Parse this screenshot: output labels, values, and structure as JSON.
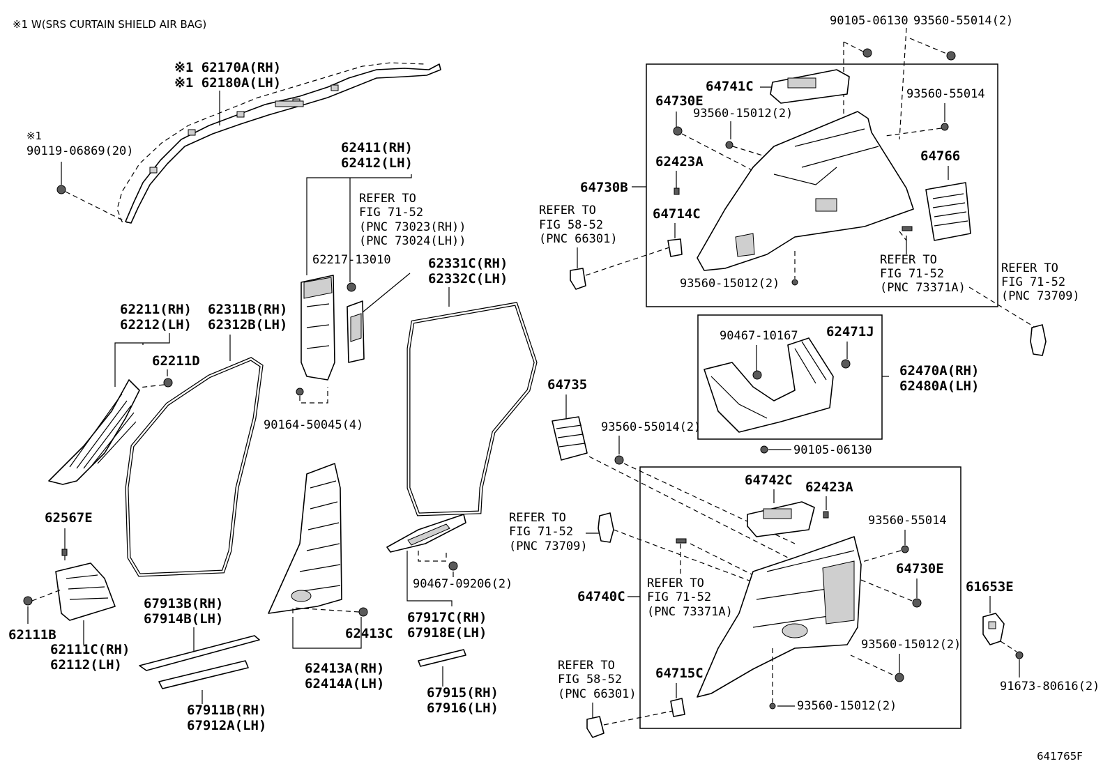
{
  "header_note": "※1 W(SRS CURTAIN SHIELD AIR BAG)",
  "figure_code": "641765F",
  "labels": {
    "p62170A": "※1 62170A(RH)",
    "p62180A": "※1 62180A(LH)",
    "mark1": "※1",
    "p90119": "90119-06869(20)",
    "p62411": "62411(RH)",
    "p62412": "62412(LH)",
    "refer_a1": "REFER TO",
    "refer_a2": "FIG 71-52",
    "refer_a3": "(PNC 73023(RH))",
    "refer_a4": "(PNC 73024(LH))",
    "p62217": "62217-13010",
    "p62331C": "62331C(RH)",
    "p62332C": "62332C(LH)",
    "p62211": "62211(RH)",
    "p62212": "62212(LH)",
    "p62311B": "62311B(RH)",
    "p62312B": "62312B(LH)",
    "p62211D": "62211D",
    "p90164": "90164-50045(4)",
    "p62567E": "62567E",
    "p62111B": "62111B",
    "p62111C": "62111C(RH)",
    "p62112": "62112(LH)",
    "p67913B": "67913B(RH)",
    "p67914B": "67914B(LH)",
    "p67911B": "67911B(RH)",
    "p67912A": "67912A(LH)",
    "p62413C": "62413C",
    "p62413A": "62413A(RH)",
    "p62414A": "62414A(LH)",
    "p90467_09206": "90467-09206(2)",
    "p67917C": "67917C(RH)",
    "p67918E": "67918E(LH)",
    "p67915": "67915(RH)",
    "p67916": "67916(LH)",
    "p90105_top": "90105-06130",
    "p93560_55014_2_top": "93560-55014(2)",
    "p64741C": "64741C",
    "p64730E_top": "64730E",
    "p93560_15012_2_a": "93560-15012(2)",
    "p93560_55014_r": "93560-55014",
    "p62423A_top": "62423A",
    "p64766": "64766",
    "p64730B": "64730B",
    "refer_b1": "REFER TO",
    "refer_b2": "FIG 58-52",
    "refer_b3": "(PNC 66301)",
    "p64714C": "64714C",
    "refer_c1": "REFER TO",
    "refer_c2": "FIG 71-52",
    "refer_c3": "(PNC 73371A)",
    "p93560_15012_2_b": "93560-15012(2)",
    "refer_d1": "REFER TO",
    "refer_d2": "FIG 71-52",
    "refer_d3": "(PNC 73709)",
    "p90467_10167": "90467-10167",
    "p62471J": "62471J",
    "p62470A": "62470A(RH)",
    "p62480A": "62480A(LH)",
    "p64735": "64735",
    "p93560_55014_2_mid": "93560-55014(2)",
    "p90105_mid": "90105-06130",
    "p64742C": "64742C",
    "p62423A_low": "62423A",
    "refer_e1": "REFER TO",
    "refer_e2": "FIG 71-52",
    "refer_e3": "(PNC 73709)",
    "p93560_55014_low": "93560-55014",
    "refer_f1": "REFER TO",
    "refer_f2": "FIG 71-52",
    "refer_f3": "(PNC 73371A)",
    "p64730E_low": "64730E",
    "p64740C": "64740C",
    "p61653E": "61653E",
    "p93560_15012_2_c": "93560-15012(2)",
    "refer_g1": "REFER TO",
    "refer_g2": "FIG 58-52",
    "refer_g3": "(PNC 66301)",
    "p64715C": "64715C",
    "p93560_15012_2_d": "93560-15012(2)",
    "p91673": "91673-80616(2)"
  }
}
